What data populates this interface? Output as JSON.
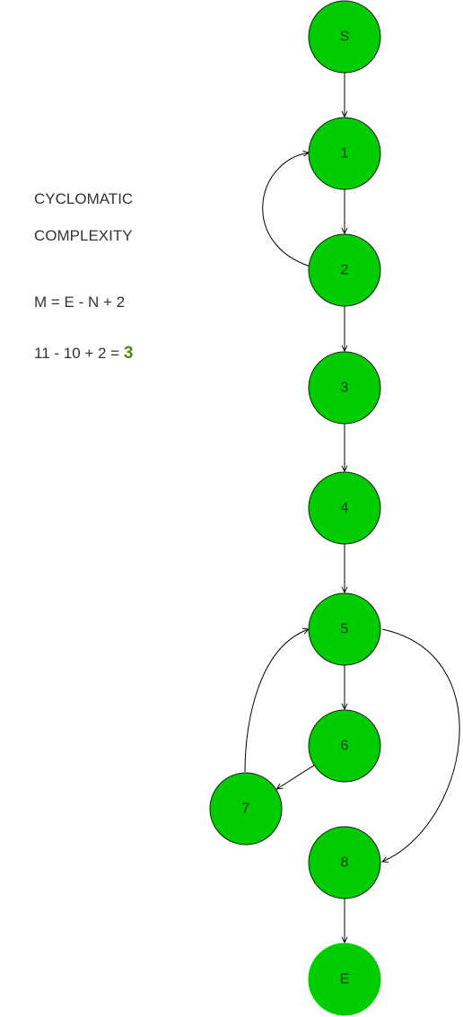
{
  "annotation": {
    "title_line1": "CYCLOMATIC",
    "title_line2": "COMPLEXITY",
    "formula": "M = E - N + 2",
    "calculation_prefix": "11 - 10 + 2 = ",
    "result": "3",
    "result_color": "#4d8c1a"
  },
  "graph": {
    "node_color": "#00cc00",
    "nodes": [
      {
        "id": "S",
        "label": "S"
      },
      {
        "id": "1",
        "label": "1"
      },
      {
        "id": "2",
        "label": "2"
      },
      {
        "id": "3",
        "label": "3"
      },
      {
        "id": "4",
        "label": "4"
      },
      {
        "id": "5",
        "label": "5"
      },
      {
        "id": "6",
        "label": "6"
      },
      {
        "id": "7",
        "label": "7"
      },
      {
        "id": "8",
        "label": "8"
      },
      {
        "id": "E",
        "label": "E"
      }
    ],
    "edges": [
      {
        "from": "S",
        "to": "1"
      },
      {
        "from": "1",
        "to": "2"
      },
      {
        "from": "2",
        "to": "1"
      },
      {
        "from": "2",
        "to": "3"
      },
      {
        "from": "3",
        "to": "4"
      },
      {
        "from": "4",
        "to": "5"
      },
      {
        "from": "5",
        "to": "6"
      },
      {
        "from": "5",
        "to": "8"
      },
      {
        "from": "6",
        "to": "7"
      },
      {
        "from": "7",
        "to": "5"
      },
      {
        "from": "8",
        "to": "E"
      }
    ]
  }
}
